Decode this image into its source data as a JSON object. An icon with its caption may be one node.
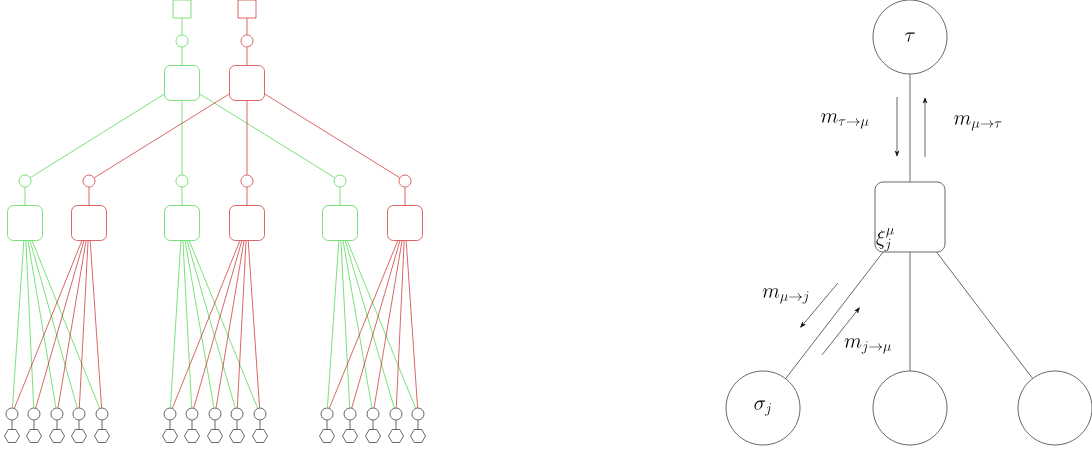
{
  "diagram": {
    "nodes": [
      {
        "text": [],
        "shape": "box"
      },
      {
        "text": [],
        "shape": "box"
      },
      {
        "text": [],
        "shape": "circle"
      },
      {
        "text": [],
        "shape": "circle"
      },
      {
        "text": [],
        "shape": "box"
      },
      {
        "text": [],
        "shape": "box"
      },
      {
        "text": [],
        "shape": "circle"
      },
      {
        "text": [],
        "shape": "circle"
      },
      {
        "text": [],
        "shape": "circle"
      },
      {
        "text": [],
        "shape": "circle"
      },
      {
        "text": [],
        "shape": "circle"
      },
      {
        "text": [],
        "shape": "circle"
      },
      {
        "text": [],
        "shape": "box"
      },
      {
        "text": [],
        "shape": "box"
      },
      {
        "text": [],
        "shape": "box"
      },
      {
        "text": [],
        "shape": "box"
      },
      {
        "text": [],
        "shape": "box"
      },
      {
        "text": [],
        "shape": "box"
      },
      {
        "text": [],
        "shape": "circle"
      },
      {
        "text": [],
        "shape": "circle"
      },
      {
        "text": [],
        "shape": "circle"
      },
      {
        "text": [],
        "shape": "circle"
      },
      {
        "text": [],
        "shape": "circle"
      },
      {
        "text": [],
        "shape": "circle"
      },
      {
        "text": [],
        "shape": "circle"
      },
      {
        "text": [],
        "shape": "circle"
      },
      {
        "text": [],
        "shape": "circle"
      },
      {
        "text": [],
        "shape": "circle"
      },
      {
        "text": [],
        "shape": "circle"
      },
      {
        "text": [],
        "shape": "circle"
      },
      {
        "text": [],
        "shape": "circle"
      },
      {
        "text": [],
        "shape": "circle"
      },
      {
        "text": [],
        "shape": "circle"
      },
      {
        "text": [],
        "shape": "hexagon"
      },
      {
        "text": [],
        "shape": "hexagon"
      },
      {
        "text": [],
        "shape": "hexagon"
      },
      {
        "text": [],
        "shape": "hexagon"
      },
      {
        "text": [],
        "shape": "hexagon"
      },
      {
        "text": [],
        "shape": "hexagon"
      },
      {
        "text": [],
        "shape": "hexagon"
      },
      {
        "text": [],
        "shape": "hexagon"
      },
      {
        "text": [],
        "shape": "hexagon"
      },
      {
        "text": [],
        "shape": "hexagon"
      },
      {
        "text": [],
        "shape": "hexagon"
      },
      {
        "text": [],
        "shape": "hexagon"
      },
      {
        "text": [],
        "shape": "hexagon"
      },
      {
        "text": [],
        "shape": "hexagon"
      },
      {
        "text": [],
        "shape": "hexagon"
      },
      {
        "text": [
          "\\tau"
        ]
      },
      {
        "text": [
          "\\xi_j^\\mu"
        ]
      },
      {
        "text": [
          "\\sigma_j"
        ]
      },
      {
        "text": [],
        "shape": "circle"
      },
      {
        "text": [],
        "shape": "circle"
      }
    ],
    "edges": [
      {
        "from": 0,
        "to": 2,
        "arrow": "none",
        "color": "#22cc22"
      },
      {
        "from": 1,
        "to": 3,
        "arrow": "none",
        "color": "#c00000"
      },
      {
        "from": 2,
        "to": 4,
        "arrow": "none",
        "color": "#22cc22"
      },
      {
        "from": 3,
        "to": 5,
        "arrow": "none",
        "color": "#c00000"
      },
      {
        "from": 4,
        "to": 6,
        "arrow": "none",
        "color": "#22cc22"
      },
      {
        "from": 4,
        "to": 8,
        "arrow": "none",
        "color": "#22cc22"
      },
      {
        "from": 4,
        "to": 10,
        "arrow": "none",
        "color": "#22cc22"
      },
      {
        "from": 5,
        "to": 7,
        "arrow": "none",
        "color": "#c00000"
      },
      {
        "from": 5,
        "to": 9,
        "arrow": "none",
        "color": "#c00000"
      },
      {
        "from": 5,
        "to": 11,
        "arrow": "none",
        "color": "#c00000"
      },
      {
        "from": 6,
        "to": 12,
        "arrow": "none",
        "color": "#22cc22"
      },
      {
        "from": 7,
        "to": 13,
        "arrow": "none",
        "color": "#c00000"
      },
      {
        "from": 8,
        "to": 14,
        "arrow": "none",
        "color": "#22cc22"
      },
      {
        "from": 9,
        "to": 15,
        "arrow": "none",
        "color": "#c00000"
      },
      {
        "from": 10,
        "to": 16,
        "arrow": "none",
        "color": "#22cc22"
      },
      {
        "from": 11,
        "to": 17,
        "arrow": "none",
        "color": "#c00000"
      },
      {
        "from": 12,
        "to": 18,
        "arrow": "none",
        "color": "#22cc22"
      },
      {
        "from": 12,
        "to": 19,
        "arrow": "none",
        "color": "#22cc22"
      },
      {
        "from": 12,
        "to": 20,
        "arrow": "none",
        "color": "#22cc22"
      },
      {
        "from": 12,
        "to": 21,
        "arrow": "none",
        "color": "#22cc22"
      },
      {
        "from": 12,
        "to": 22,
        "arrow": "none",
        "color": "#22cc22"
      },
      {
        "from": 13,
        "to": 18,
        "arrow": "none",
        "color": "#c00000"
      },
      {
        "from": 13,
        "to": 19,
        "arrow": "none",
        "color": "#c00000"
      },
      {
        "from": 13,
        "to": 20,
        "arrow": "none",
        "color": "#c00000"
      },
      {
        "from": 13,
        "to": 21,
        "arrow": "none",
        "color": "#c00000"
      },
      {
        "from": 13,
        "to": 22,
        "arrow": "none",
        "color": "#c00000"
      },
      {
        "from": 14,
        "to": 23,
        "arrow": "none",
        "color": "#22cc22"
      },
      {
        "from": 14,
        "to": 24,
        "arrow": "none",
        "color": "#22cc22"
      },
      {
        "from": 14,
        "to": 25,
        "arrow": "none",
        "color": "#22cc22"
      },
      {
        "from": 14,
        "to": 26,
        "arrow": "none",
        "color": "#22cc22"
      },
      {
        "from": 14,
        "to": 27,
        "arrow": "none",
        "color": "#22cc22"
      },
      {
        "from": 15,
        "to": 23,
        "arrow": "none",
        "color": "#c00000"
      },
      {
        "from": 15,
        "to": 24,
        "arrow": "none",
        "color": "#c00000"
      },
      {
        "from": 15,
        "to": 25,
        "arrow": "none",
        "color": "#c00000"
      },
      {
        "from": 15,
        "to": 26,
        "arrow": "none",
        "color": "#c00000"
      },
      {
        "from": 15,
        "to": 27,
        "arrow": "none",
        "color": "#c00000"
      },
      {
        "from": 16,
        "to": 28,
        "arrow": "none",
        "color": "#22cc22"
      },
      {
        "from": 16,
        "to": 29,
        "arrow": "none",
        "color": "#22cc22"
      },
      {
        "from": 16,
        "to": 30,
        "arrow": "none",
        "color": "#22cc22"
      },
      {
        "from": 16,
        "to": 31,
        "arrow": "none",
        "color": "#22cc22"
      },
      {
        "from": 16,
        "to": 32,
        "arrow": "none",
        "color": "#22cc22"
      },
      {
        "from": 17,
        "to": 28,
        "arrow": "none",
        "color": "#c00000"
      },
      {
        "from": 17,
        "to": 29,
        "arrow": "none",
        "color": "#c00000"
      },
      {
        "from": 17,
        "to": 30,
        "arrow": "none",
        "color": "#c00000"
      },
      {
        "from": 17,
        "to": 31,
        "arrow": "none",
        "color": "#c00000"
      },
      {
        "from": 17,
        "to": 32,
        "arrow": "none",
        "color": "#c00000"
      },
      {
        "from": 18,
        "to": 33,
        "arrow": "none",
        "color": "#000000"
      },
      {
        "from": 19,
        "to": 34,
        "arrow": "none",
        "color": "#000000"
      },
      {
        "from": 20,
        "to": 35,
        "arrow": "none",
        "color": "#000000"
      },
      {
        "from": 21,
        "to": 36,
        "arrow": "none",
        "color": "#000000"
      },
      {
        "from": 22,
        "to": 37,
        "arrow": "none",
        "color": "#000000"
      },
      {
        "from": 23,
        "to": 38,
        "arrow": "none",
        "color": "#000000"
      },
      {
        "from": 24,
        "to": 39,
        "arrow": "none",
        "color": "#000000"
      },
      {
        "from": 25,
        "to": 40,
        "arrow": "none",
        "color": "#000000"
      },
      {
        "from": 26,
        "to": 41,
        "arrow": "none",
        "color": "#000000"
      },
      {
        "from": 27,
        "to": 42,
        "arrow": "none",
        "color": "#000000"
      },
      {
        "from": 28,
        "to": 43,
        "arrow": "none",
        "color": "#000000"
      },
      {
        "from": 29,
        "to": 44,
        "arrow": "none",
        "color": "#000000"
      },
      {
        "from": 30,
        "to": 45,
        "arrow": "none",
        "color": "#000000"
      },
      {
        "from": 31,
        "to": 46,
        "arrow": "none",
        "color": "#000000"
      },
      {
        "from": 32,
        "to": 47,
        "arrow": "none",
        "color": "#000000"
      },
      {
        "from": 48,
        "to": 49,
        "arrow": "none",
        "color": "#000000"
      },
      {
        "from": 49,
        "to": 50,
        "arrow": "none",
        "color": "#000000"
      },
      {
        "from": 49,
        "to": 51,
        "arrow": "none",
        "color": "#000000"
      },
      {
        "from": 49,
        "to": 52,
        "arrow": "none",
        "color": "#000000"
      }
    ],
    "labels": [
      "m_{\\tau\\to\\mu}",
      "m_{\\mu\\to\\tau}",
      "m_{\\mu\\to j}",
      "m_{j\\to\\mu}"
    ]
  }
}
